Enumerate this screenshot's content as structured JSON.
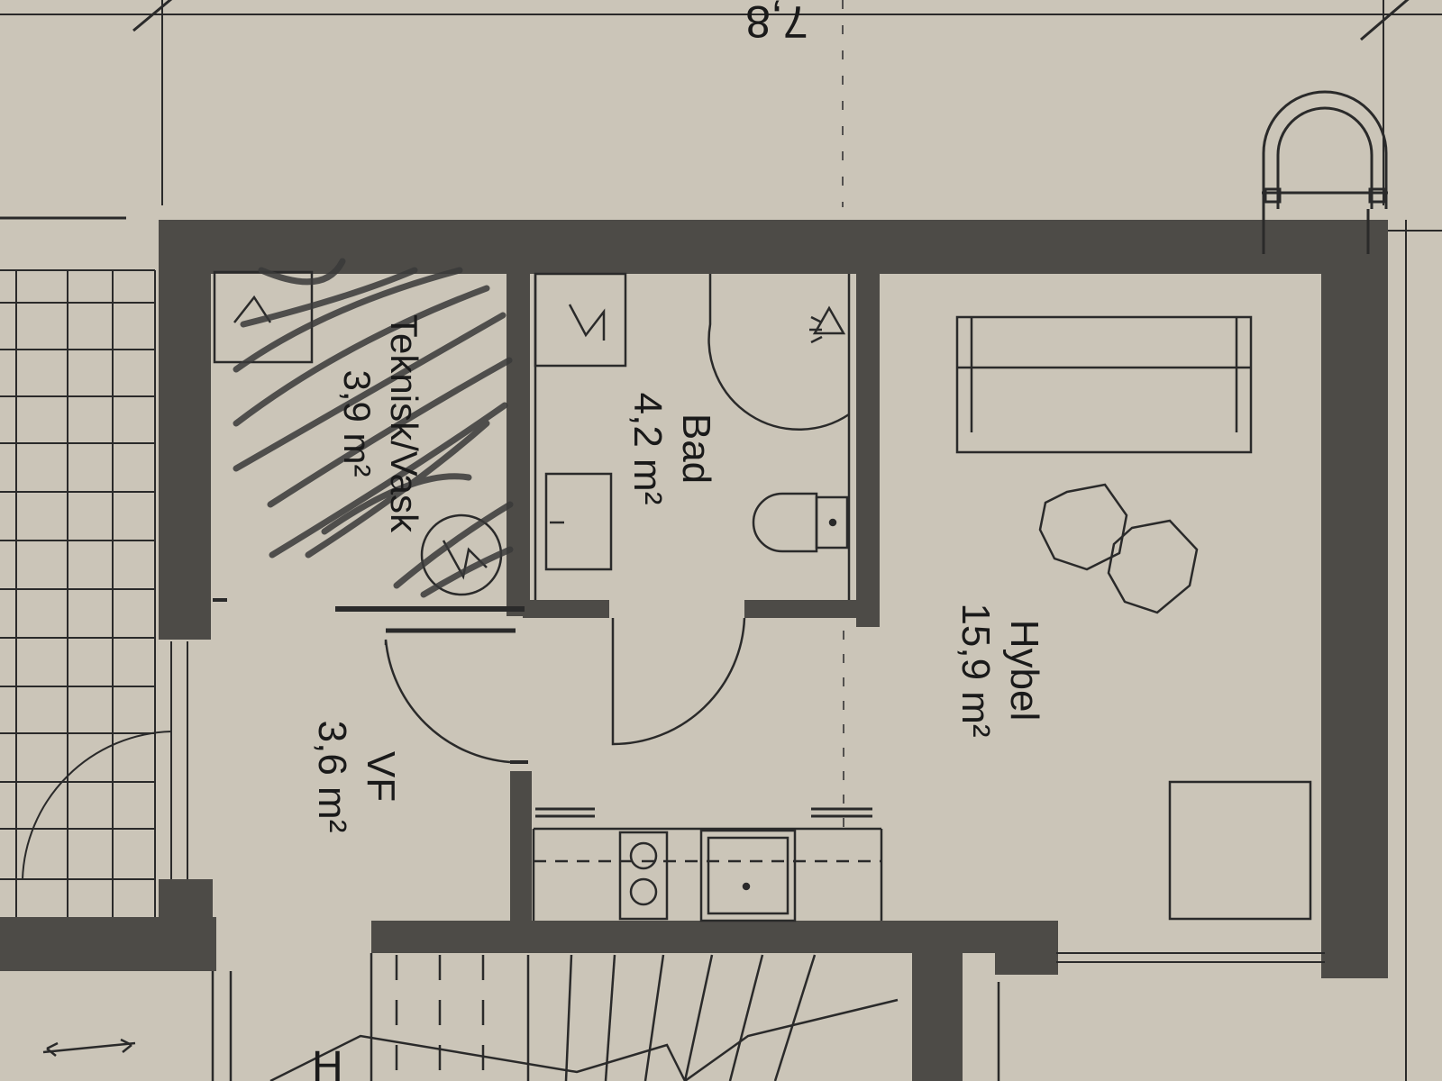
{
  "dimension": {
    "label": "7,8"
  },
  "rooms": {
    "teknisk": {
      "name": "Teknisk/Vask",
      "area": "3,9 m²"
    },
    "bad": {
      "name": "Bad",
      "area": "4,2 m²"
    },
    "hybel": {
      "name": "Hybel",
      "area": "15,9 m²"
    },
    "vf": {
      "name": "VF",
      "area": "3,6 m²"
    }
  },
  "stair_mark": {
    "label": "H"
  },
  "colors": {
    "paper": "#c9c3b6",
    "wall": "#4d4b47",
    "line": "#2a2a2a",
    "scribble": "#3a3a3a"
  }
}
